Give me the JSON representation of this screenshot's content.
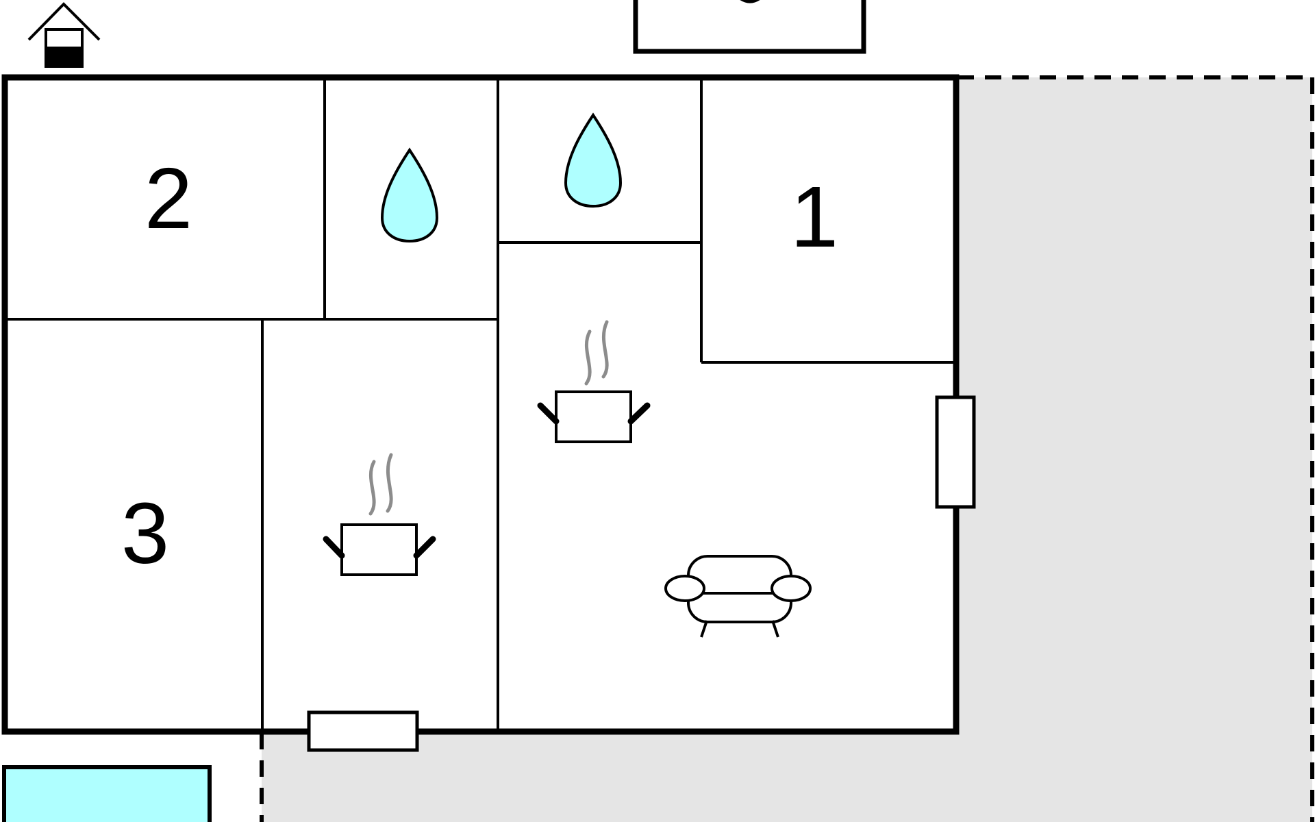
{
  "floorplan": {
    "rooms": [
      {
        "label": "2",
        "type": "bedroom"
      },
      {
        "label": "1",
        "type": "bedroom"
      },
      {
        "label": "3",
        "type": "bedroom"
      }
    ],
    "icons": [
      "entrance-house-icon",
      "water-drop-icon",
      "cooking-pot-icon",
      "sofa-icon",
      "window-icon",
      "pool-icon",
      "terrace-area"
    ]
  },
  "colors": {
    "wall": "#000000",
    "background": "#ffffff",
    "terrace": "#e5e5e5",
    "water": "#afffff",
    "steam": "#8c8c8c"
  }
}
